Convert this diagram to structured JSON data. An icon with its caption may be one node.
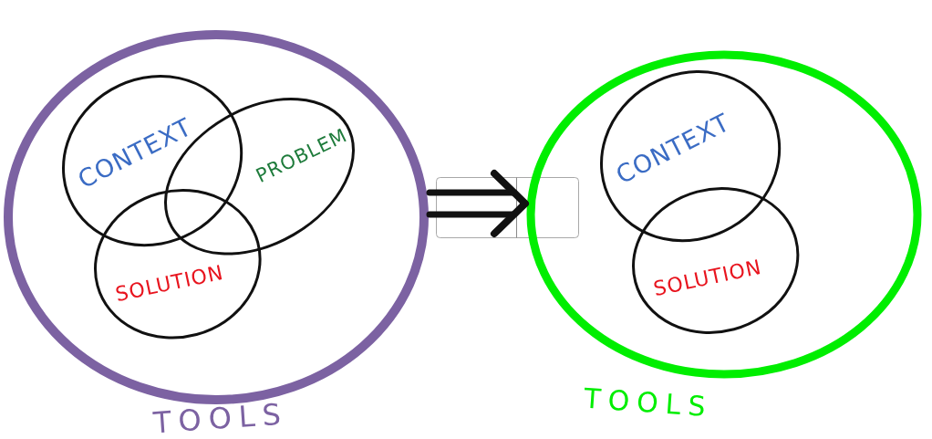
{
  "diagram": {
    "nodes": [
      {
        "text": [
          "TOOLS"
        ]
      },
      {
        "text": [
          "CONTEXT"
        ],
        "in": 0
      },
      {
        "text": [
          "PROBLEM"
        ],
        "in": 0
      },
      {
        "text": [
          "SOLUTION"
        ],
        "in": 0
      },
      {
        "text": [
          "TOOLS"
        ]
      },
      {
        "text": [
          "CONTEXT"
        ],
        "in": 4
      },
      {
        "text": [
          "SOLUTION"
        ],
        "in": 4
      }
    ],
    "edges": [
      {
        "from": 0,
        "to": 4,
        "arrow": "to"
      }
    ]
  }
}
